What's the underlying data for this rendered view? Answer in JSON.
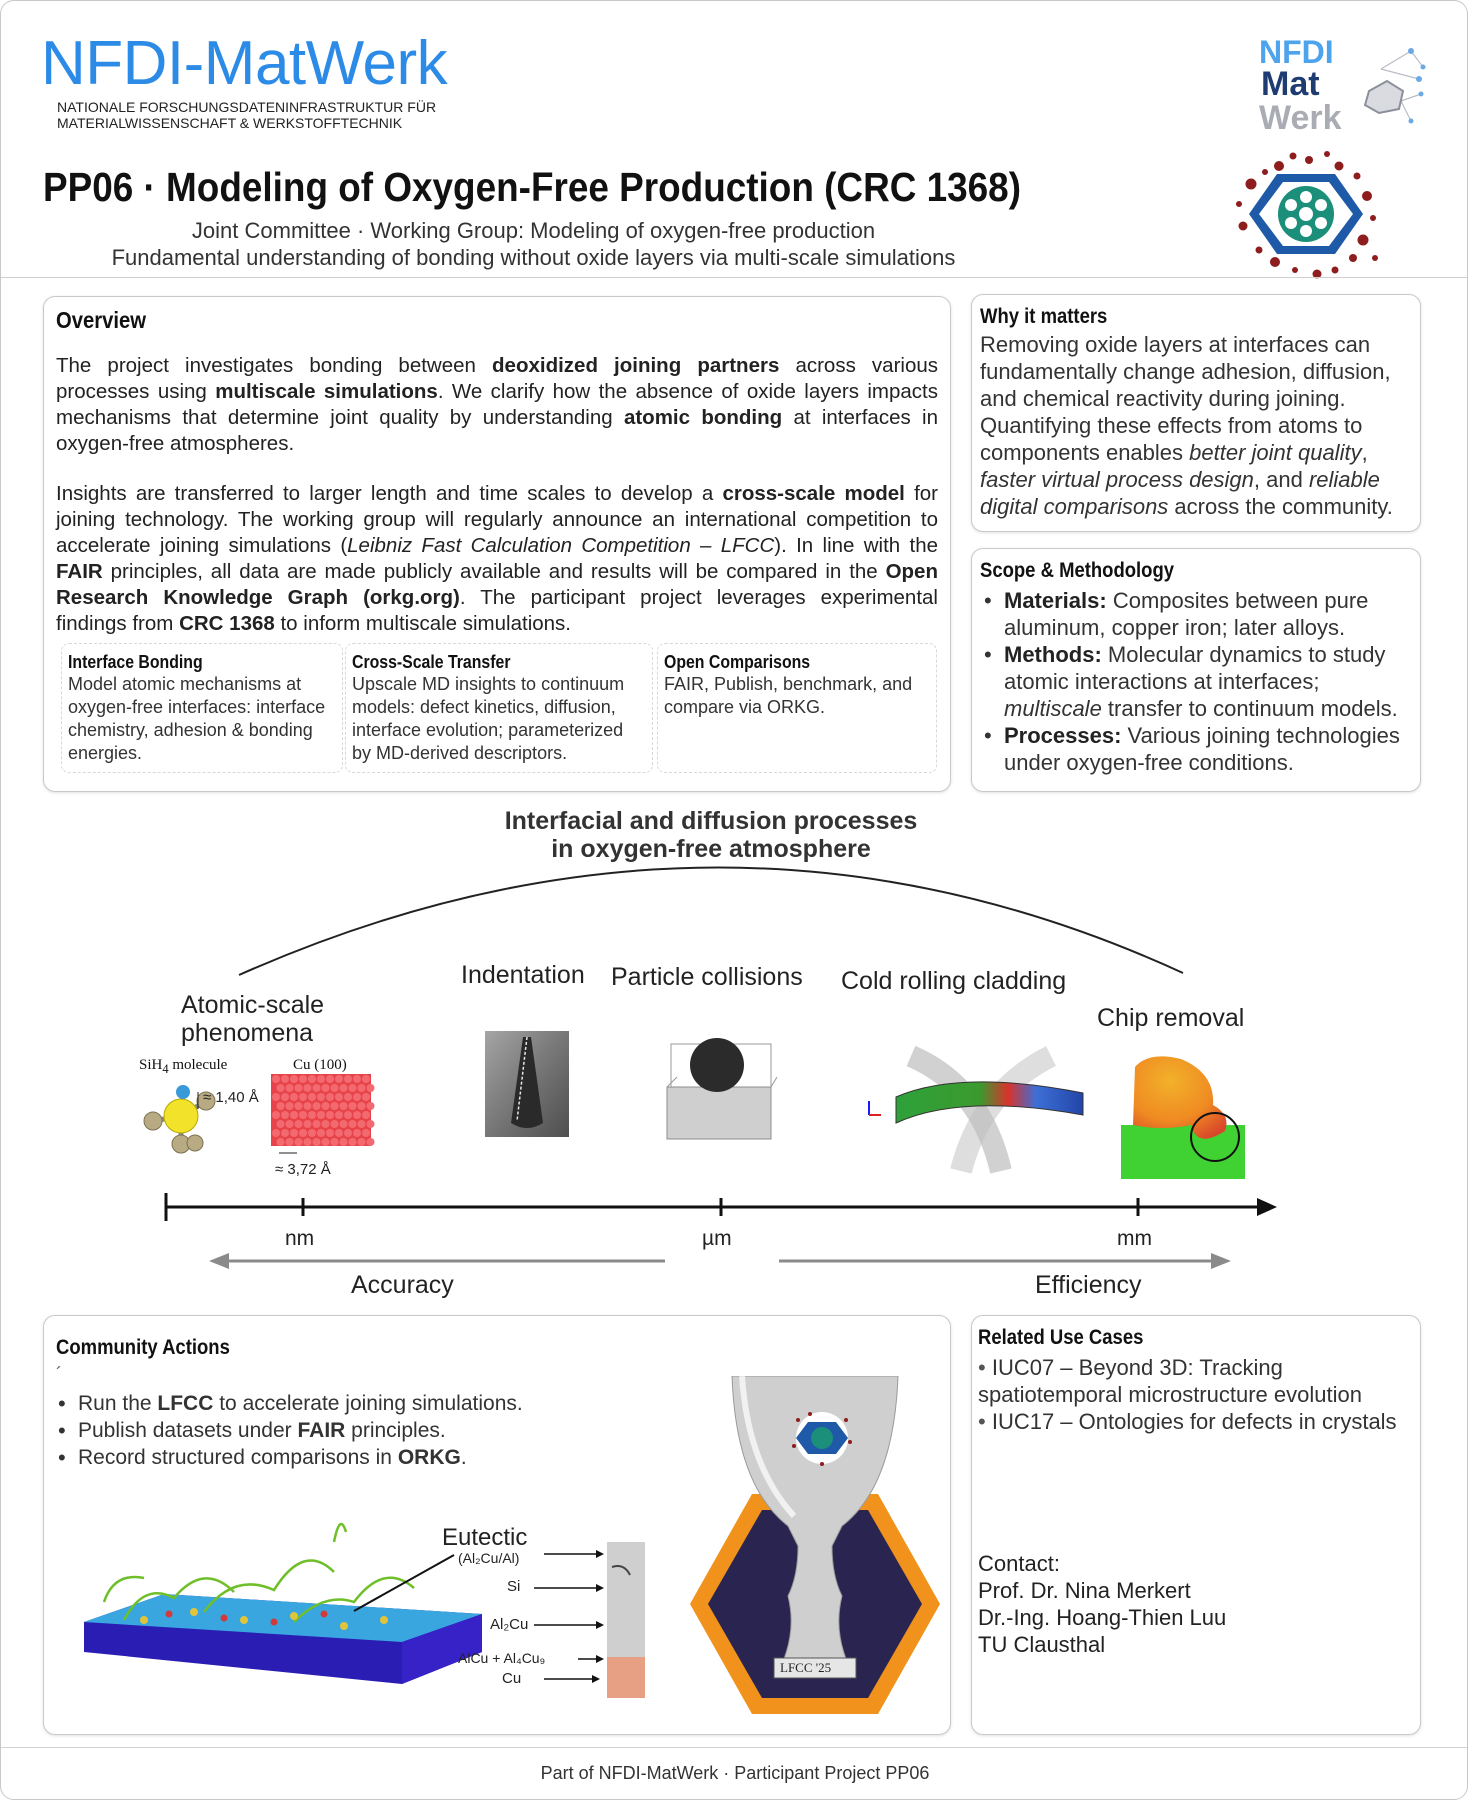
{
  "header": {
    "brand_title": "NFDI-MatWerk",
    "brand_sub_line1": "NATIONALE FORSCHUNGSDATENINFRASTRUKTUR FÜR",
    "brand_sub_line2": "MATERIALWISSENSCHAFT & WERKSTOFFTECHNIK",
    "logo_line1": "NFDI",
    "logo_line2": "Mat",
    "logo_line3": "Werk",
    "title": "PP06 · Modeling of Oxygen-Free Production (CRC 1368)",
    "subtitle1": "Joint Committee · Working Group: Modeling of oxygen-free production",
    "subtitle2": "Fundamental understanding of bonding without oxide layers via multi-scale simulations"
  },
  "overview": {
    "heading": "Overview",
    "p1": {
      "t1": "The project investigates bonding between ",
      "b1": "deoxidized joining partners",
      "t2": " across various processes using ",
      "b2": "multiscale simulations",
      "t3": ". We clarify how the absence of oxide layers impacts mechanisms that determine joint quality by understanding ",
      "b3": "atomic bonding",
      "t4": " at interfaces in oxygen-free atmospheres."
    },
    "p2": {
      "t1": "Insights are transferred to larger length and time scales to develop a ",
      "b1": "cross-scale model",
      "t2": " for joining technology. The working group will regularly announce an international competition to accelerate joining simulations (",
      "i1": "Leibniz Fast Calculation Competition – LFCC",
      "t3": "). In line with the ",
      "b2": "FAIR",
      "t4": " principles, all data are made publicly available and results will be compared in the ",
      "b3": "Open Research Knowledge Graph (orkg.org)",
      "t5": ". The participant project leverages experimental findings from ",
      "b4": "CRC 1368",
      "t6": " to inform multiscale simulations."
    },
    "boxes": [
      {
        "title": "Interface Bonding",
        "text": "Model atomic mechanisms at oxygen-free interfaces: interface chemistry, adhesion & bonding energies."
      },
      {
        "title": "Cross-Scale Transfer",
        "text": "Upscale MD insights to continuum models: defect kinetics, diffusion, interface evolution; parameterized by MD-derived descriptors."
      },
      {
        "title": "Open Comparisons",
        "text": "FAIR, Publish, benchmark, and compare via ORKG."
      }
    ]
  },
  "why": {
    "heading": "Why it matters",
    "t1": "Removing oxide layers at interfaces can fundamentally change adhesion, diffusion, and chemical reactivity during joining. Quantifying these effects from atoms to components enables ",
    "i1": "better joint quality",
    "t2": ", ",
    "i2": "faster virtual process design",
    "t3": ", and ",
    "i3": "reliable digital comparisons",
    "t4": " across the community."
  },
  "scope": {
    "heading": "Scope & Methodology",
    "items": [
      {
        "label": "Materials:",
        "text": " Composites between pure aluminum, copper iron; later alloys."
      },
      {
        "label": "Methods:",
        "text": " Molecular dynamics to study atomic interactions at interfaces; ",
        "italic": "multiscale",
        "text2": " transfer to continuum models."
      },
      {
        "label": "Processes:",
        "text": " Various joining technologies under oxygen-free conditions."
      }
    ]
  },
  "diagram": {
    "title_line1": "Interfacial and diffusion processes",
    "title_line2": "in oxygen-free atmosphere",
    "labels": {
      "atomic": "Atomic-scale\nphenomena",
      "indentation": "Indentation",
      "collisions": "Particle collisions",
      "rolling": "Cold rolling cladding",
      "chip": "Chip removal"
    },
    "sih4": "SiH",
    "sih4_sub": "4",
    "sih4_tail": " molecule",
    "cu100": "Cu (100)",
    "dist1": "≈ 1,40 Å",
    "dist2": "≈ 3,72 Å",
    "ticks": [
      "nm",
      "µm",
      "mm"
    ],
    "accuracy": "Accuracy",
    "efficiency": "Efficiency"
  },
  "community": {
    "heading": "Community Actions",
    "mark": "´",
    "items": [
      {
        "t1": "Run the ",
        "b": "LFCC",
        "t2": " to accelerate joining simulations."
      },
      {
        "t1": "Publish datasets under ",
        "b": "FAIR",
        "t2": " principles."
      },
      {
        "t1": "Record structured comparisons in ",
        "b": "ORKG",
        "t2": "."
      }
    ],
    "eutectic": "Eutectic",
    "eutectic_sub": "(Al₂Cu/Al)",
    "si": "Si",
    "al2cu": "Al₂Cu",
    "alcu": "AlCu + Al₄Cu₉",
    "cu": "Cu",
    "trophy": "LFCC '25"
  },
  "related": {
    "heading": "Related Use Cases",
    "items": [
      "IUC07 – Beyond 3D: Tracking spatiotemporal microstructure evolution",
      "IUC17 – Ontologies for defects in crystals"
    ],
    "contact_label": "Contact:",
    "contact": [
      "Prof. Dr. Nina Merkert",
      "Dr.-Ing. Hoang-Thien Luu",
      "TU Clausthal"
    ]
  },
  "footer": "Part of NFDI-MatWerk · Participant Project PP06",
  "colors": {
    "brand_blue": "#2b8be6",
    "crc_blue": "#1f5aa8",
    "crc_teal": "#1b8f7a",
    "crc_red": "#8e1d1d",
    "trophy_orange": "#f0921b",
    "trophy_navy": "#2a2550"
  }
}
